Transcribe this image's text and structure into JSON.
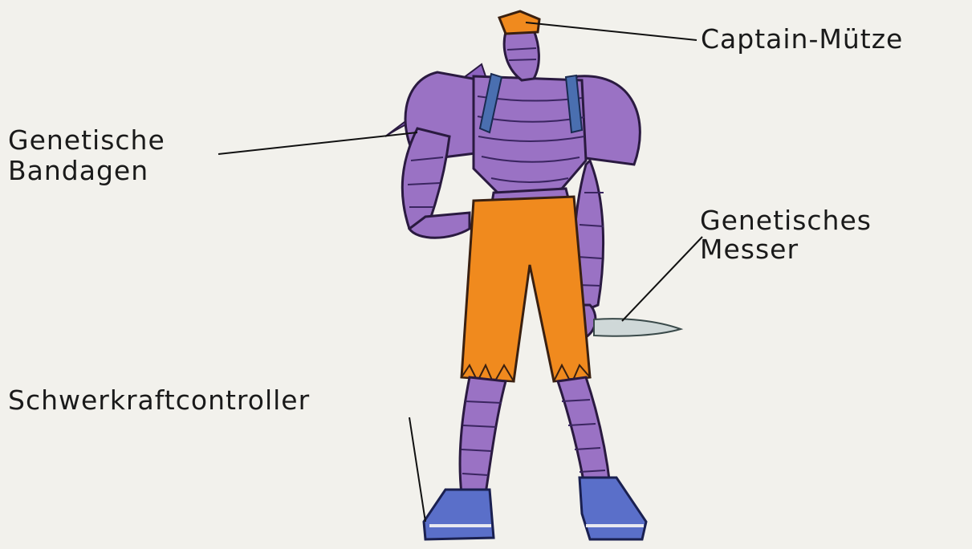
{
  "labels": {
    "cap": "Captain-Mütze",
    "bandages_line1": "Genetische",
    "bandages_line2": "Bandagen",
    "knife_line1": "Genetisches",
    "knife_line2": "Messer",
    "gravity": "Schwerkraftcontroller"
  },
  "colors": {
    "body_purple": "#9a72c4",
    "pants_orange": "#f08a1e",
    "straps_blue": "#4a6fb0",
    "shoes_blue": "#5a6fc9"
  }
}
